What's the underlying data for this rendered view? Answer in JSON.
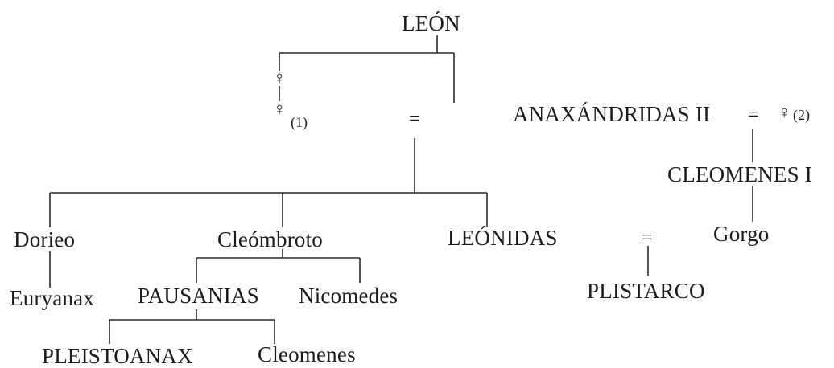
{
  "people": {
    "leon": "LEÓN",
    "female_a": "♀",
    "female_b": "♀",
    "marker_1": "(1)",
    "anaxandridas": "ANAXÁNDRIDAS II",
    "female_c": "♀",
    "marker_2": "(2)",
    "cleomenes_i": "CLEOMENES I",
    "dorieo": "Dorieo",
    "cleombroto": "Cleómbroto",
    "leonidas": "LEÓNIDAS",
    "gorgo": "Gorgo",
    "euryanax": "Euryanax",
    "pausanias": "PAUSANIAS",
    "nicomedes": "Nicomedes",
    "plistarco": "PLISTARCO",
    "pleistoanax": "PLEISTOANAX",
    "cleomenes": "Cleomenes"
  },
  "marriage_sign": "="
}
